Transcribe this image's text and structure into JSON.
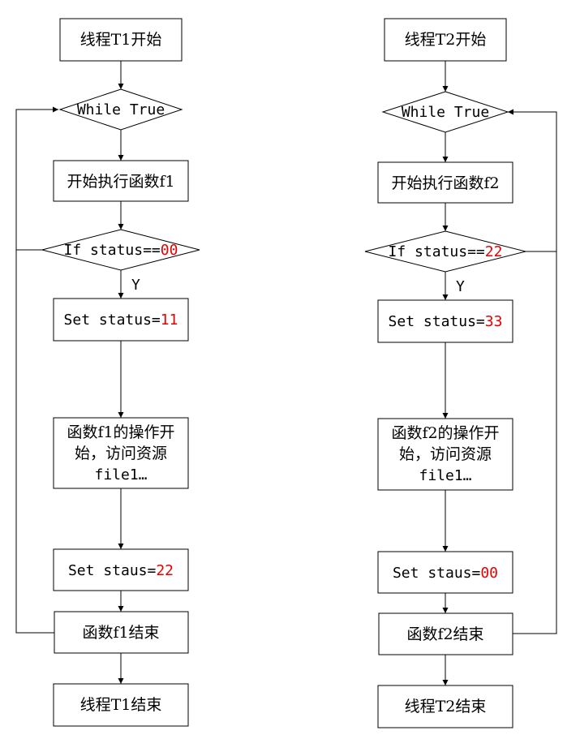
{
  "colors": {
    "highlight": "#e60000",
    "line": "#000000"
  },
  "threads": [
    {
      "start": "线程T1开始",
      "loop": "While True",
      "exec": "开始执行函数f1",
      "cond_prefix": "If status==",
      "cond_value": "00",
      "yes_label": "Y",
      "set1_prefix": "Set status=",
      "set1_value": "11",
      "op_line1": "函数f1的操作开",
      "op_line2": "始，访问资源",
      "op_line3": "file1…",
      "set2_prefix": "Set staus=",
      "set2_value": "22",
      "func_end": "函数f1结束",
      "thread_end": "线程T1结束"
    },
    {
      "start": "线程T2开始",
      "loop": "While True",
      "exec": "开始执行函数f2",
      "cond_prefix": "If status==",
      "cond_value": "22",
      "yes_label": "Y",
      "set1_prefix": "Set status=",
      "set1_value": "33",
      "op_line1": "函数f2的操作开",
      "op_line2": "始，访问资源",
      "op_line3": "file1…",
      "set2_prefix": "Set staus=",
      "set2_value": "00",
      "func_end": "函数f2结束",
      "thread_end": "线程T2结束"
    }
  ]
}
